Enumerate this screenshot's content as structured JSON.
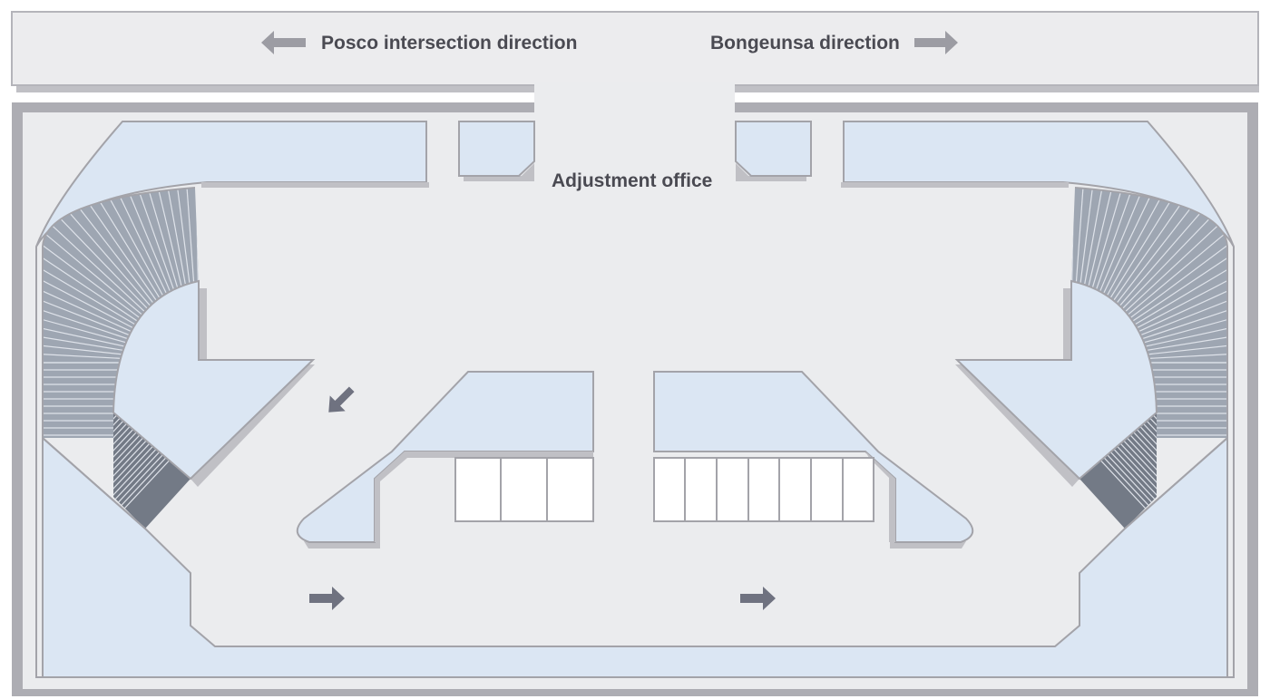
{
  "labels": {
    "left_direction": "Posco intersection direction",
    "right_direction": "Bongeunsa direction",
    "office": "Adjustment office"
  },
  "icons": {
    "left_direction": "arrow-left-icon",
    "right_direction": "arrow-right-icon",
    "entry": "arrow-down-left-icon",
    "flow": "arrow-right-icon"
  },
  "colors": {
    "background": "#ffffff",
    "street": "#ececee",
    "floor": "#ebecee",
    "outer_wall": "#adadb3",
    "area_fill": "#dbe6f3",
    "outline": "#a3a3a9",
    "shadow": "#c0c0c5",
    "ramp_light": "#9ea6b2",
    "ramp_dark": "#737a86",
    "ramp_line": "#dfe3ea",
    "stalls": "#ffffff",
    "arrow": "#6f7280",
    "direction_arrow": "#9c9ca3",
    "text": "#4a4a52"
  }
}
